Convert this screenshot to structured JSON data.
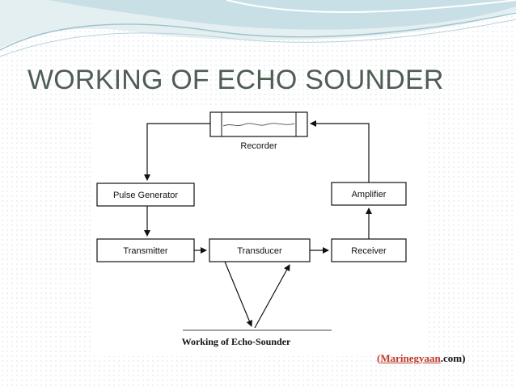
{
  "slide": {
    "title": "WORKING OF ECHO SOUNDER"
  },
  "diagram": {
    "nodes": {
      "recorder": "Recorder",
      "pulse_generator": "Pulse Generator",
      "amplifier": "Amplifier",
      "transmitter": "Transmitter",
      "transducer": "Transducer",
      "receiver": "Receiver"
    },
    "caption": "Working of Echo-Sounder"
  },
  "credit": {
    "open": "(",
    "site": "Marinegyaan",
    "suffix": ".com)"
  },
  "colors": {
    "title": "#4f5d53",
    "credit_link": "#c0392b",
    "swoosh_light": "#d7e7ec",
    "swoosh_mid": "#9fc1cc"
  }
}
